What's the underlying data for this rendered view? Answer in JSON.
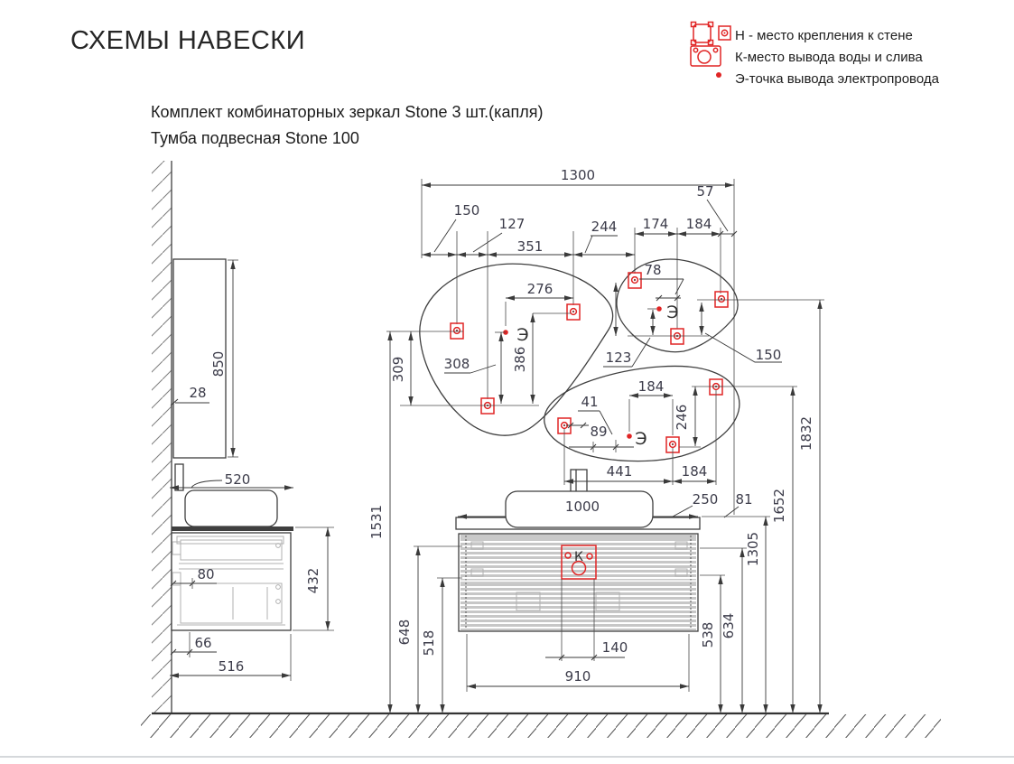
{
  "page": {
    "title": "СХЕМЫ НАВЕСКИ",
    "subtitle1": "Комплект комбинаторных зеркал Stone 3 шт.(капля)",
    "subtitle2": "Тумба подвесная Stone 100"
  },
  "legend": {
    "items": [
      {
        "icon": "wall-mount-icon",
        "label": "Н - место крепления к стене"
      },
      {
        "icon": "water-drain-icon",
        "label": "К-место вывода воды и слива"
      },
      {
        "icon": "electric-point-icon",
        "label": "Э-точка вывода электропровода"
      }
    ]
  },
  "markers": {
    "electric": "Э",
    "water": "К"
  },
  "dims": {
    "w1300": "1300",
    "d57": "57",
    "d150a": "150",
    "d127": "127",
    "d351": "351",
    "d244": "244",
    "d174": "174",
    "d184a": "184",
    "d276": "276",
    "d386": "386",
    "d308": "308",
    "d309": "309",
    "d78": "78",
    "d123": "123",
    "d150b": "150",
    "d184b": "184",
    "d41": "41",
    "d89": "89",
    "d246": "246",
    "d441": "441",
    "d184c": "184",
    "d250": "250",
    "d81": "81",
    "d1000": "1000",
    "d140": "140",
    "d910": "910",
    "d538": "538",
    "d634": "634",
    "d1305": "1305",
    "d1652": "1652",
    "d1832": "1832",
    "d1531": "1531",
    "d648": "648",
    "d518": "518",
    "d850": "850",
    "d28": "28",
    "d520": "520",
    "d80": "80",
    "d66": "66",
    "d432": "432",
    "d516": "516"
  }
}
